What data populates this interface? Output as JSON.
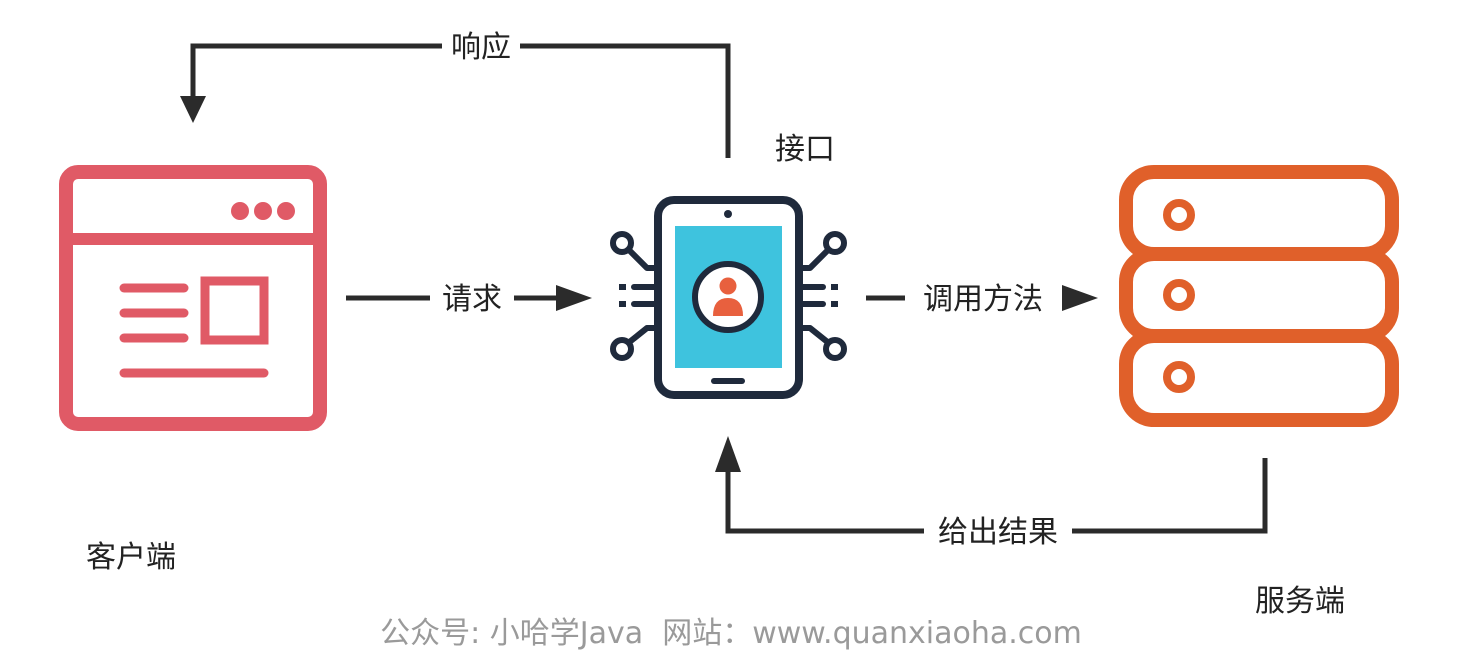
{
  "labels": {
    "interface": "接口",
    "client": "客户端",
    "server": "服务端",
    "response": "响应",
    "request": "请求",
    "call_method": "调用方法",
    "return_result": "给出结果"
  },
  "watermark": "公众号: 小哈学Java  网站：www.quanxiaoha.com",
  "colors": {
    "client": "#e05a66",
    "server": "#e0602a",
    "interface_screen": "#3ec3de",
    "interface_accent": "#e8603e",
    "outline": "#1f2a3c",
    "arrow": "#2b2b2b"
  },
  "icons": {
    "client": "browser-window-icon",
    "interface": "tablet-api-icon",
    "server": "server-stack-icon"
  }
}
